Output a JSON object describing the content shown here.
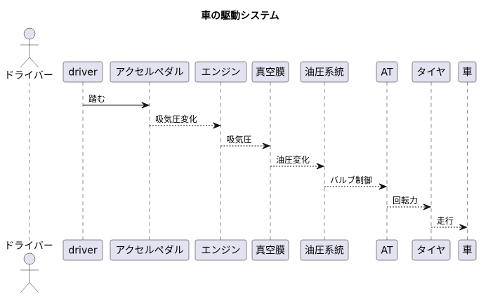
{
  "title": "車の駆動システム",
  "actor": {
    "label": "ドライバー"
  },
  "participants": [
    {
      "id": "driver",
      "label": "driver"
    },
    {
      "id": "pedal",
      "label": "アクセルペダル"
    },
    {
      "id": "engine",
      "label": "エンジン"
    },
    {
      "id": "vacuum",
      "label": "真空膜"
    },
    {
      "id": "hydraulic",
      "label": "油圧系統"
    },
    {
      "id": "at",
      "label": "AT"
    },
    {
      "id": "tire",
      "label": "タイヤ"
    },
    {
      "id": "car",
      "label": "車"
    }
  ],
  "messages": [
    {
      "from": "driver",
      "to": "pedal",
      "label": "踏む",
      "style": "solid"
    },
    {
      "from": "pedal",
      "to": "engine",
      "label": "吸気圧変化",
      "style": "dashed"
    },
    {
      "from": "engine",
      "to": "vacuum",
      "label": "吸気圧",
      "style": "dashed"
    },
    {
      "from": "vacuum",
      "to": "hydraulic",
      "label": "油圧変化",
      "style": "dashed"
    },
    {
      "from": "hydraulic",
      "to": "at",
      "label": "バルブ制御",
      "style": "dashed"
    },
    {
      "from": "at",
      "to": "tire",
      "label": "回転力",
      "style": "dashed"
    },
    {
      "from": "tire",
      "to": "car",
      "label": "走行",
      "style": "dashed"
    }
  ]
}
